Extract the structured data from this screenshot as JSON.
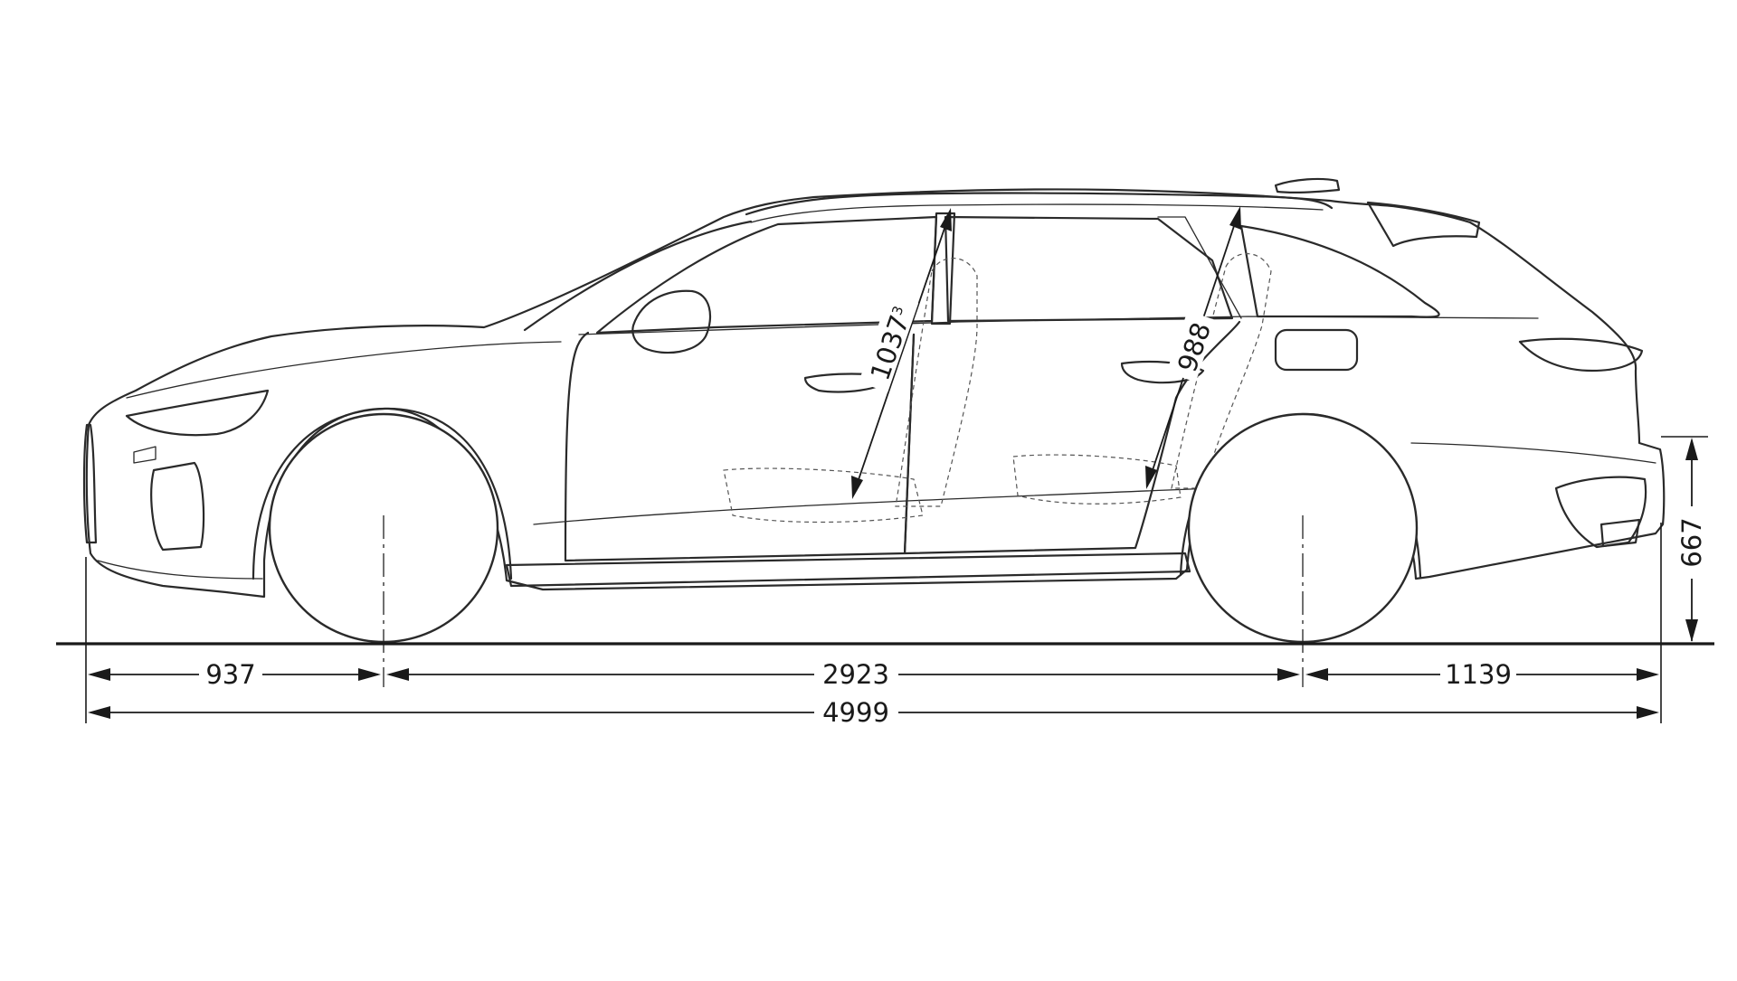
{
  "dimensions": {
    "front_overhang": "937",
    "wheelbase": "2923",
    "rear_overhang": "1139",
    "overall_length": "4999",
    "rear_load_height": "667",
    "front_headroom": "1037",
    "front_headroom_note": "3",
    "rear_headroom": "988"
  },
  "colors": {
    "line": "#2a2a2a",
    "background": "#ffffff"
  }
}
